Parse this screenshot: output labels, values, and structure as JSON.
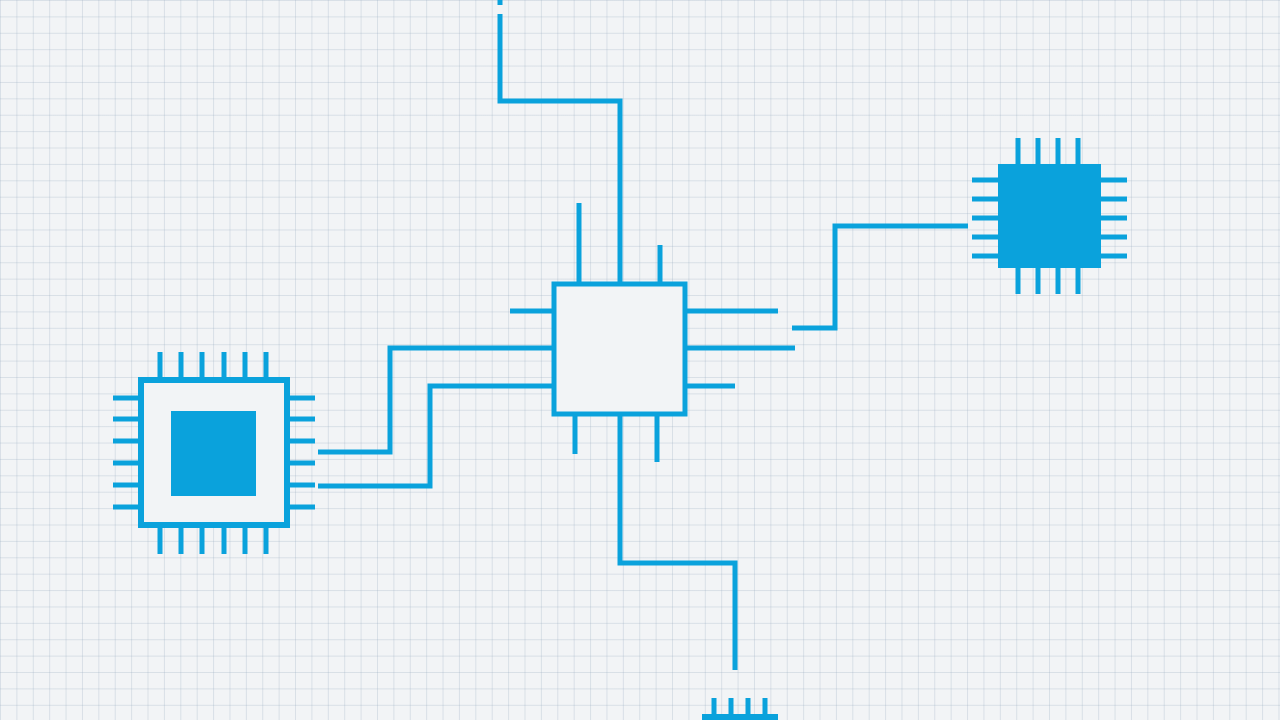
{
  "diagram": {
    "type": "circuit-chip-network",
    "colors": {
      "accent": "#0aa2dc",
      "background": "#f2f4f6",
      "grid": "#c9d4de",
      "chip_fill_light": "#f2f4f6"
    },
    "nodes": [
      {
        "name": "central-processor-chip",
        "style": "outline"
      },
      {
        "name": "left-processor-chip",
        "style": "outline-with-core"
      },
      {
        "name": "right-processor-chip",
        "style": "filled"
      },
      {
        "name": "bottom-processor-chip",
        "style": "partially-visible"
      }
    ],
    "connections": [
      {
        "from": "top-edge",
        "to": "central-processor-chip"
      },
      {
        "from": "central-processor-chip",
        "to": "right-processor-chip"
      },
      {
        "from": "left-processor-chip",
        "to": "central-processor-chip"
      },
      {
        "from": "left-processor-chip",
        "to": "central-processor-chip"
      },
      {
        "from": "central-processor-chip",
        "to": "bottom-processor-chip"
      }
    ]
  }
}
